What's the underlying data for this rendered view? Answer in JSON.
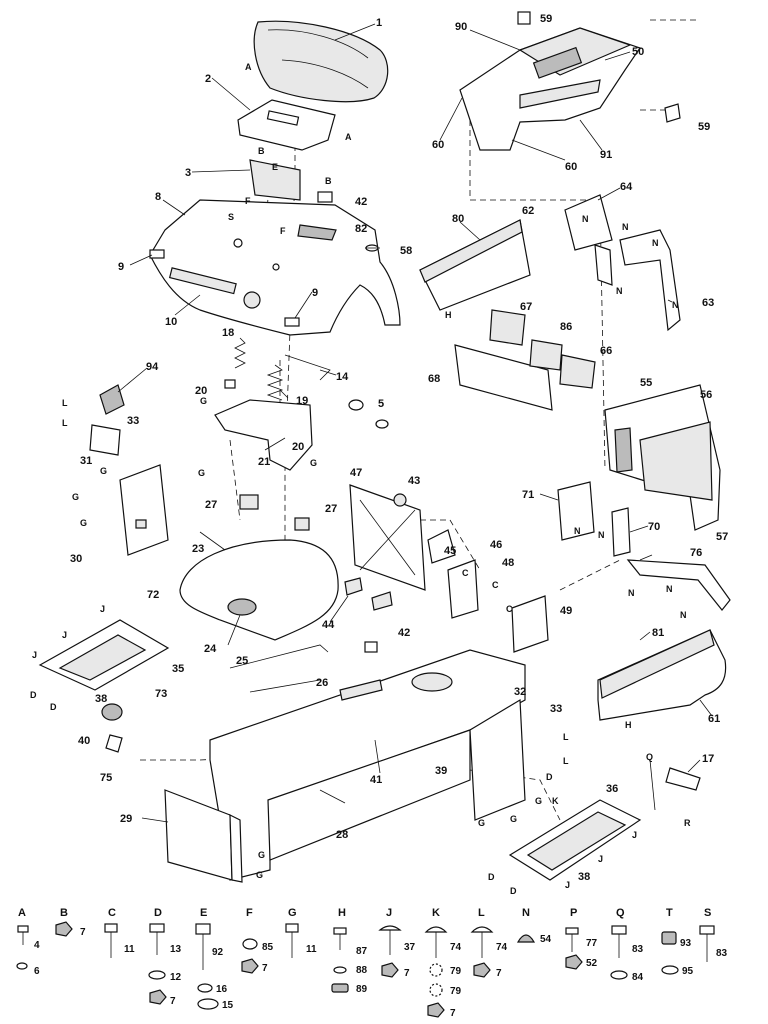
{
  "callouts": [
    {
      "id": "c1",
      "text": "1"
    },
    {
      "id": "c2",
      "text": "2"
    },
    {
      "id": "c3",
      "text": "3"
    },
    {
      "id": "c8",
      "text": "8"
    },
    {
      "id": "c9a",
      "text": "9"
    },
    {
      "id": "c9b",
      "text": "9"
    },
    {
      "id": "c10",
      "text": "10"
    },
    {
      "id": "c18",
      "text": "18"
    },
    {
      "id": "c14",
      "text": "14"
    },
    {
      "id": "c19",
      "text": "19"
    },
    {
      "id": "c20a",
      "text": "20"
    },
    {
      "id": "c20b",
      "text": "20"
    },
    {
      "id": "c21",
      "text": "21"
    },
    {
      "id": "c5",
      "text": "5"
    },
    {
      "id": "c42a",
      "text": "42"
    },
    {
      "id": "c82",
      "text": "82"
    },
    {
      "id": "c58",
      "text": "58"
    },
    {
      "id": "c94",
      "text": "94"
    },
    {
      "id": "c33a",
      "text": "33"
    },
    {
      "id": "c31",
      "text": "31"
    },
    {
      "id": "c30",
      "text": "30"
    },
    {
      "id": "c27a",
      "text": "27"
    },
    {
      "id": "c27b",
      "text": "27"
    },
    {
      "id": "c23",
      "text": "23"
    },
    {
      "id": "c24",
      "text": "24"
    },
    {
      "id": "c47",
      "text": "47"
    },
    {
      "id": "c43",
      "text": "43"
    },
    {
      "id": "c45",
      "text": "45"
    },
    {
      "id": "c46",
      "text": "46"
    },
    {
      "id": "c48",
      "text": "48"
    },
    {
      "id": "c49",
      "text": "49"
    },
    {
      "id": "c44",
      "text": "44"
    },
    {
      "id": "c42b",
      "text": "42"
    },
    {
      "id": "c72",
      "text": "72"
    },
    {
      "id": "c35",
      "text": "35"
    },
    {
      "id": "c73",
      "text": "73"
    },
    {
      "id": "c38a",
      "text": "38"
    },
    {
      "id": "c40",
      "text": "40"
    },
    {
      "id": "c75",
      "text": "75"
    },
    {
      "id": "c25",
      "text": "25"
    },
    {
      "id": "c26",
      "text": "26"
    },
    {
      "id": "c41",
      "text": "41"
    },
    {
      "id": "c28",
      "text": "28"
    },
    {
      "id": "c29",
      "text": "29"
    },
    {
      "id": "c32",
      "text": "32"
    },
    {
      "id": "c33b",
      "text": "33"
    },
    {
      "id": "c39",
      "text": "39"
    },
    {
      "id": "c36",
      "text": "36"
    },
    {
      "id": "c38b",
      "text": "38"
    },
    {
      "id": "c17",
      "text": "17"
    },
    {
      "id": "c90",
      "text": "90"
    },
    {
      "id": "c59a",
      "text": "59"
    },
    {
      "id": "c50",
      "text": "50"
    },
    {
      "id": "c59b",
      "text": "59"
    },
    {
      "id": "c60a",
      "text": "60"
    },
    {
      "id": "c60b",
      "text": "60"
    },
    {
      "id": "c91",
      "text": "91"
    },
    {
      "id": "c64",
      "text": "64"
    },
    {
      "id": "c80",
      "text": "80"
    },
    {
      "id": "c62",
      "text": "62"
    },
    {
      "id": "c63",
      "text": "63"
    },
    {
      "id": "c67",
      "text": "67"
    },
    {
      "id": "c86",
      "text": "86"
    },
    {
      "id": "c68",
      "text": "68"
    },
    {
      "id": "c66",
      "text": "66"
    },
    {
      "id": "c55",
      "text": "55"
    },
    {
      "id": "c56",
      "text": "56"
    },
    {
      "id": "c57",
      "text": "57"
    },
    {
      "id": "c71",
      "text": "71"
    },
    {
      "id": "c70",
      "text": "70"
    },
    {
      "id": "c76",
      "text": "76"
    },
    {
      "id": "c81",
      "text": "81"
    },
    {
      "id": "c61",
      "text": "61"
    }
  ],
  "letters": [
    {
      "id": "l1",
      "text": "A"
    },
    {
      "id": "l2",
      "text": "A"
    },
    {
      "id": "l3",
      "text": "B"
    },
    {
      "id": "l4",
      "text": "E"
    },
    {
      "id": "l5",
      "text": "B"
    },
    {
      "id": "l6",
      "text": "F"
    },
    {
      "id": "l7",
      "text": "S"
    },
    {
      "id": "l8",
      "text": "F"
    },
    {
      "id": "l9",
      "text": "G"
    },
    {
      "id": "l10",
      "text": "G"
    },
    {
      "id": "l11",
      "text": "L"
    },
    {
      "id": "l12",
      "text": "L"
    },
    {
      "id": "l13",
      "text": "G"
    },
    {
      "id": "l14",
      "text": "G"
    },
    {
      "id": "l15",
      "text": "G"
    },
    {
      "id": "l16",
      "text": "G"
    },
    {
      "id": "l17",
      "text": "C"
    },
    {
      "id": "l18",
      "text": "C"
    },
    {
      "id": "l19",
      "text": "C"
    },
    {
      "id": "l20",
      "text": "J"
    },
    {
      "id": "l21",
      "text": "J"
    },
    {
      "id": "l22",
      "text": "J"
    },
    {
      "id": "l23",
      "text": "D"
    },
    {
      "id": "l24",
      "text": "D"
    },
    {
      "id": "l25",
      "text": "L"
    },
    {
      "id": "l26",
      "text": "L"
    },
    {
      "id": "l27",
      "text": "D"
    },
    {
      "id": "l28",
      "text": "G"
    },
    {
      "id": "l29",
      "text": "K"
    },
    {
      "id": "l30",
      "text": "G"
    },
    {
      "id": "l31",
      "text": "G"
    },
    {
      "id": "l32",
      "text": "G"
    },
    {
      "id": "l33",
      "text": "G"
    },
    {
      "id": "l34",
      "text": "J"
    },
    {
      "id": "l35",
      "text": "J"
    },
    {
      "id": "l36",
      "text": "D"
    },
    {
      "id": "l37",
      "text": "D"
    },
    {
      "id": "l38",
      "text": "J"
    },
    {
      "id": "l39",
      "text": "Q"
    },
    {
      "id": "l40",
      "text": "R"
    },
    {
      "id": "l41",
      "text": "N"
    },
    {
      "id": "l42",
      "text": "N"
    },
    {
      "id": "l43",
      "text": "N"
    },
    {
      "id": "l44",
      "text": "N"
    },
    {
      "id": "l45",
      "text": "N"
    },
    {
      "id": "l46",
      "text": "N"
    },
    {
      "id": "l47",
      "text": "N"
    },
    {
      "id": "l48",
      "text": "N"
    },
    {
      "id": "l49",
      "text": "N"
    },
    {
      "id": "l50",
      "text": "N"
    },
    {
      "id": "l51",
      "text": "H"
    },
    {
      "id": "l52",
      "text": "H"
    }
  ],
  "hardware": [
    {
      "letter": "A",
      "parts": [
        "4",
        "6"
      ]
    },
    {
      "letter": "B",
      "parts": [
        "7"
      ]
    },
    {
      "letter": "C",
      "parts": [
        "11"
      ]
    },
    {
      "letter": "D",
      "parts": [
        "13",
        "12",
        "7"
      ]
    },
    {
      "letter": "E",
      "parts": [
        "92",
        "16",
        "15"
      ]
    },
    {
      "letter": "F",
      "parts": [
        "85",
        "7"
      ]
    },
    {
      "letter": "G",
      "parts": [
        "11"
      ]
    },
    {
      "letter": "H",
      "parts": [
        "87",
        "88",
        "89"
      ]
    },
    {
      "letter": "J",
      "parts": [
        "37",
        "7"
      ]
    },
    {
      "letter": "K",
      "parts": [
        "74",
        "79",
        "79",
        "7"
      ]
    },
    {
      "letter": "L",
      "parts": [
        "74",
        "7"
      ]
    },
    {
      "letter": "N",
      "parts": [
        "54"
      ]
    },
    {
      "letter": "P",
      "parts": [
        "77",
        "52"
      ]
    },
    {
      "letter": "Q",
      "parts": [
        "83",
        "84"
      ]
    },
    {
      "letter": "T",
      "parts": [
        "93",
        "95"
      ]
    },
    {
      "letter": "S",
      "parts": [
        "83"
      ]
    }
  ]
}
